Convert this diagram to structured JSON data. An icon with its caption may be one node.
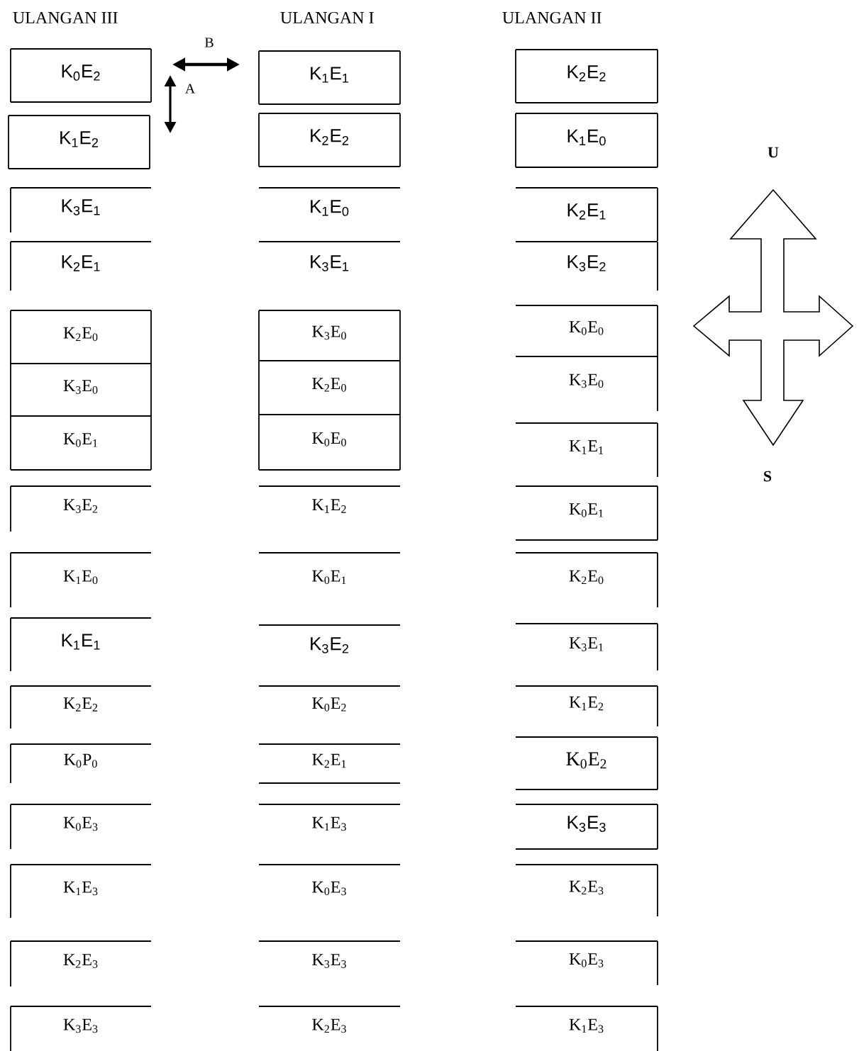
{
  "diagram": {
    "nodes": [
      {
        "text": [
          "K$_{0}$E$_{2}$"
        ]
      },
      {
        "text": [
          "K$_{1}$E$_{2}$"
        ]
      },
      {
        "text": [
          "K$_{3}$E$_{1}$"
        ]
      },
      {
        "text": [
          "K$_{2}$E$_{1}$"
        ]
      },
      {
        "text": [
          "K$_{2}$E$_{0}$"
        ]
      },
      {
        "text": [
          "K$_{3}$E$_{0}$"
        ]
      },
      {
        "text": [
          "K$_{0}$E$_{1}$"
        ]
      },
      {
        "text": [
          "K$_{3}$E$_{2}$"
        ]
      },
      {
        "text": [
          "K$_{1}$E$_{0}$"
        ]
      },
      {
        "text": [
          "K$_{1}$E$_{1}$"
        ]
      },
      {
        "text": [
          "K$_{2}$E$_{2}$"
        ]
      },
      {
        "text": [
          "K$_{0}$P$_{0}$"
        ]
      },
      {
        "text": [
          "K$_{0}$E$_{3}$"
        ]
      },
      {
        "text": [
          "K$_{1}$E$_{3}$"
        ]
      },
      {
        "text": [
          "K$_{2}$E$_{3}$"
        ]
      },
      {
        "text": [
          "K$_{3}$E$_{3}$"
        ]
      },
      {
        "text": [
          "K$_{1}$E$_{1}$"
        ]
      },
      {
        "text": [
          "K$_{2}$E$_{2}$"
        ]
      },
      {
        "text": [
          "K$_{1}$E$_{0}$"
        ]
      },
      {
        "text": [
          "K$_{3}$E$_{1}$"
        ]
      },
      {
        "text": [
          "K$_{3}$E$_{0}$"
        ]
      },
      {
        "text": [
          "K$_{2}$E$_{0}$"
        ]
      },
      {
        "text": [
          "K$_{0}$E$_{0}$"
        ]
      },
      {
        "text": [
          "K$_{1}$E$_{2}$"
        ]
      },
      {
        "text": [
          "K$_{0}$E$_{1}$"
        ]
      },
      {
        "text": [
          "K$_{3}$E$_{2}$"
        ]
      },
      {
        "text": [
          "K$_{0}$E$_{2}$"
        ]
      },
      {
        "text": [
          "K$_{2}$E$_{1}$"
        ]
      },
      {
        "text": [
          "K$_{1}$E$_{3}$"
        ]
      },
      {
        "text": [
          "K$_{0}$E$_{3}$"
        ]
      },
      {
        "text": [
          "K$_{3}$E$_{3}$"
        ]
      },
      {
        "text": [
          "K$_{2}$E$_{3}$"
        ]
      },
      {
        "text": [
          "K$_{2}$E$_{2}$"
        ]
      },
      {
        "text": [
          "K$_{1}$E$_{0}$"
        ]
      },
      {
        "text": [
          "K$_{2}$E$_{1}$"
        ]
      },
      {
        "text": [
          "K$_{3}$E$_{2}$"
        ]
      },
      {
        "text": [
          "K$_{0}$E$_{0}$"
        ]
      },
      {
        "text": [
          "K$_{3}$E$_{0}$"
        ]
      },
      {
        "text": [
          "K$_{1}$E$_{1}$"
        ]
      },
      {
        "text": [
          "K$_{0}$E$_{1}$"
        ]
      },
      {
        "text": [
          "K$_{2}$E$_{0}$"
        ]
      },
      {
        "text": [
          "K$_{3}$E$_{1}$"
        ]
      },
      {
        "text": [
          "K$_{1}$E$_{2}$"
        ]
      },
      {
        "text": [
          "K$_{0}$E$_{2}$"
        ]
      },
      {
        "text": [
          "K$_{3}$E$_{3}$"
        ]
      },
      {
        "text": [
          "K$_{2}$E$_{3}$"
        ]
      },
      {
        "text": [
          "K$_{0}$E$_{3}$"
        ]
      },
      {
        "text": [
          "K$_{1}$E$_{3}$"
        ]
      }
    ],
    "labels": [
      "ULANGAN III",
      "ULANGAN I",
      "ULANGAN II",
      "B",
      "A",
      "U",
      "S"
    ]
  }
}
